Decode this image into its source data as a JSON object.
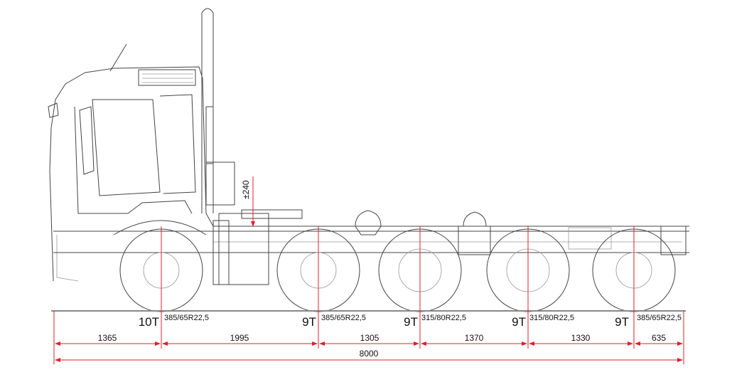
{
  "drawing": {
    "height_adjust_label": "±240",
    "axles": [
      {
        "load": "10T",
        "tire": "385/65R22,5"
      },
      {
        "load": "9T",
        "tire": "385/65R22,5"
      },
      {
        "load": "9T",
        "tire": "315/80R22,5"
      },
      {
        "load": "9T",
        "tire": "315/80R22,5"
      },
      {
        "load": "9T",
        "tire": "385/65R22,5"
      }
    ],
    "dimensions": [
      "1365",
      "1995",
      "1305",
      "1370",
      "1330",
      "635"
    ],
    "overall_length": "8000",
    "dimension_color": "#e0202a"
  }
}
